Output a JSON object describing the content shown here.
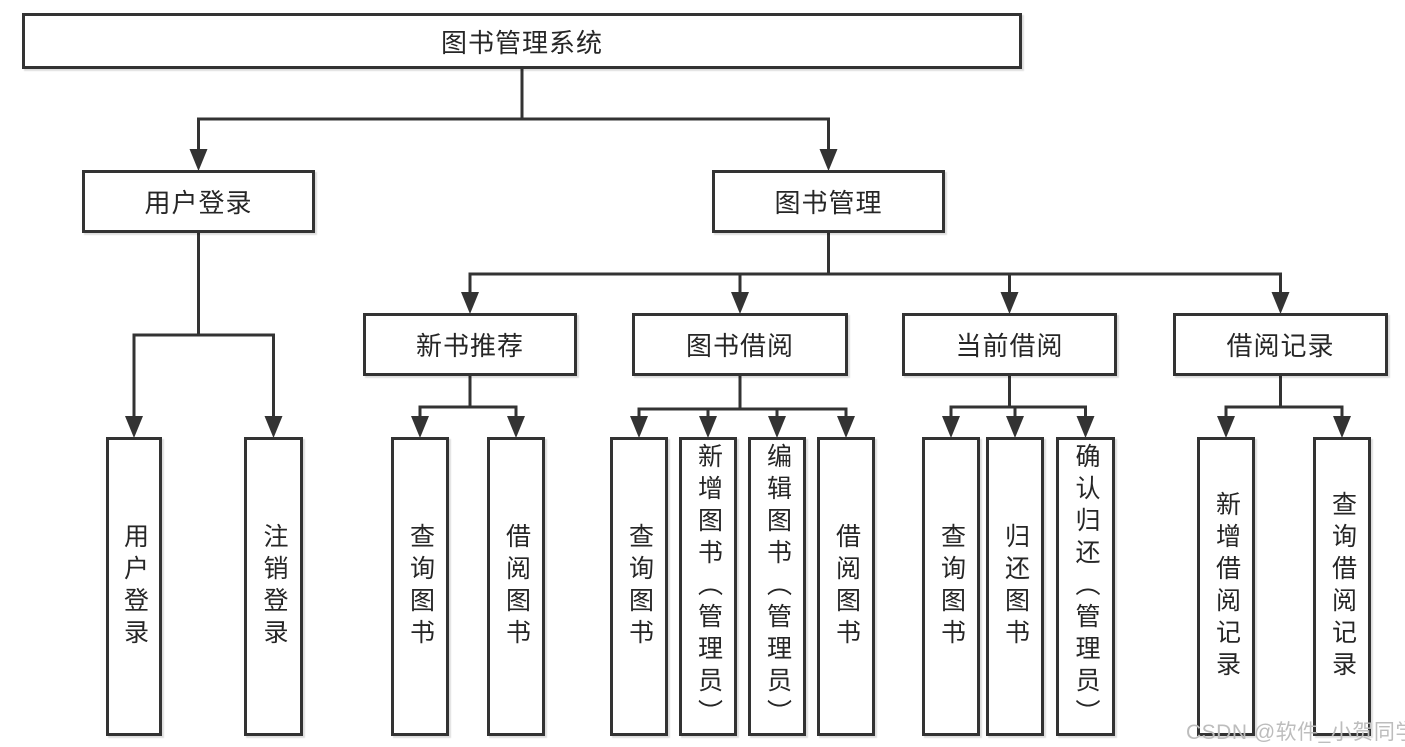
{
  "diagram_title": "图书管理系统",
  "nodes": {
    "root": "图书管理系统",
    "l2": [
      "用户登录",
      "图书管理"
    ],
    "l3": [
      "新书推荐",
      "图书借阅",
      "当前借阅",
      "借阅记录"
    ],
    "leaves_user": [
      "用户登录",
      "注销登录"
    ],
    "leaves_newbook": [
      "查询图书",
      "借阅图书"
    ],
    "leaves_borrow": [
      "查询图书",
      "新增图书（管理员）",
      "编辑图书（管理员）",
      "借阅图书"
    ],
    "leaves_current": [
      "查询图书",
      "归还图书",
      "确认归还（管理员）"
    ],
    "leaves_record": [
      "新增借阅记录",
      "查询借阅记录"
    ]
  },
  "hierarchy": {
    "图书管理系统": [
      "用户登录",
      "图书管理"
    ],
    "用户登录": [
      "用户登录",
      "注销登录"
    ],
    "图书管理": [
      "新书推荐",
      "图书借阅",
      "当前借阅",
      "借阅记录"
    ],
    "新书推荐": [
      "查询图书",
      "借阅图书"
    ],
    "图书借阅": [
      "查询图书",
      "新增图书（管理员）",
      "编辑图书（管理员）",
      "借阅图书"
    ],
    "当前借阅": [
      "查询图书",
      "归还图书",
      "确认归还（管理员）"
    ],
    "借阅记录": [
      "新增借阅记录",
      "查询借阅记录"
    ]
  },
  "watermark": {
    "text": "CSDN @软件_小贺同学"
  },
  "colors": {
    "line": "#333333",
    "text": "#262626",
    "box_bg": "#ffffff",
    "watermark": "#bdbdbd"
  }
}
